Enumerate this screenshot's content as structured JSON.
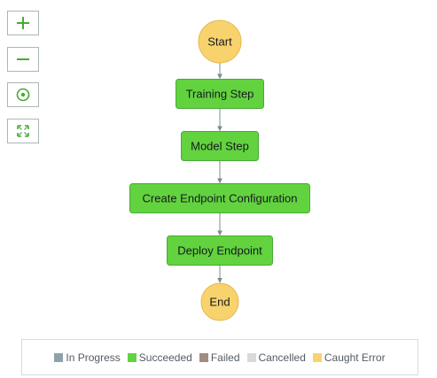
{
  "controls": {
    "zoom_in_icon": "plus-icon",
    "zoom_out_icon": "minus-icon",
    "center_icon": "target-icon",
    "fit_icon": "expand-icon",
    "icon_color": "#4aa83a"
  },
  "workflow": {
    "nodes": [
      {
        "id": "start",
        "label": "Start",
        "shape": "circle",
        "status": "caught-error"
      },
      {
        "id": "training",
        "label": "Training Step",
        "shape": "rect",
        "status": "succeeded"
      },
      {
        "id": "model",
        "label": "Model Step",
        "shape": "rect",
        "status": "succeeded"
      },
      {
        "id": "endpoint-config",
        "label": "Create Endpoint Configuration",
        "shape": "rect",
        "status": "succeeded"
      },
      {
        "id": "deploy",
        "label": "Deploy Endpoint",
        "shape": "rect",
        "status": "succeeded"
      },
      {
        "id": "end",
        "label": "End",
        "shape": "circle",
        "status": "caught-error"
      }
    ],
    "edges": [
      [
        "start",
        "training"
      ],
      [
        "training",
        "model"
      ],
      [
        "model",
        "endpoint-config"
      ],
      [
        "endpoint-config",
        "deploy"
      ],
      [
        "deploy",
        "end"
      ]
    ]
  },
  "legend": {
    "items": [
      {
        "label": "In Progress",
        "color": "#8ea2ad"
      },
      {
        "label": "Succeeded",
        "color": "#62d33f"
      },
      {
        "label": "Failed",
        "color": "#a08c82"
      },
      {
        "label": "Cancelled",
        "color": "#d9d9d9"
      },
      {
        "label": "Caught Error",
        "color": "#f8d36d"
      }
    ]
  }
}
